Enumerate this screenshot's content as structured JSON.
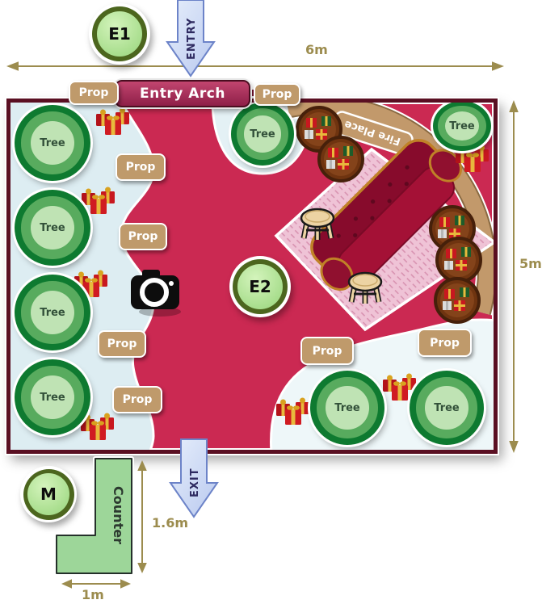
{
  "markers": {
    "e1": "E1",
    "e2": "E2",
    "m": "M"
  },
  "flows": {
    "entry": "ENTRY",
    "exit": "EXIT"
  },
  "dimensions": {
    "floor_width": "6m",
    "floor_height": "5m",
    "counter_height": "1.6m",
    "counter_width": "1m"
  },
  "labels": {
    "entry_arch": "Entry Arch",
    "tree": "Tree",
    "prop": "Prop",
    "fire_place": "Fire Place",
    "counter": "Counter"
  },
  "colors": {
    "floor": "#cb2952",
    "floor_border": "#5a0f22",
    "snow": "#ddedf2",
    "prop_chip": "#bf9a6b",
    "arch_gradient_top": "#c2456f",
    "arch_gradient_bottom": "#8e1f48",
    "tree_outer": "#0e7a30",
    "tree_mid": "#58ab5e",
    "tree_inner": "#bfe3b4",
    "badge_face": "#b6e79b",
    "badge_ring": "#4c661e",
    "dimension": "#9c8c4e",
    "arrow_fill": "#ccdcf5",
    "arrow_border": "#6c83c8",
    "fireplace_band": "#c2996b",
    "sofa": "#a01035",
    "sofa_trim": "#c08127",
    "rug": "#efc3d6",
    "gift_table": "#7c3a12",
    "gift_red": "#c8181f",
    "gift_gold": "#e8b93c",
    "counter_fill": "#9dd699"
  }
}
